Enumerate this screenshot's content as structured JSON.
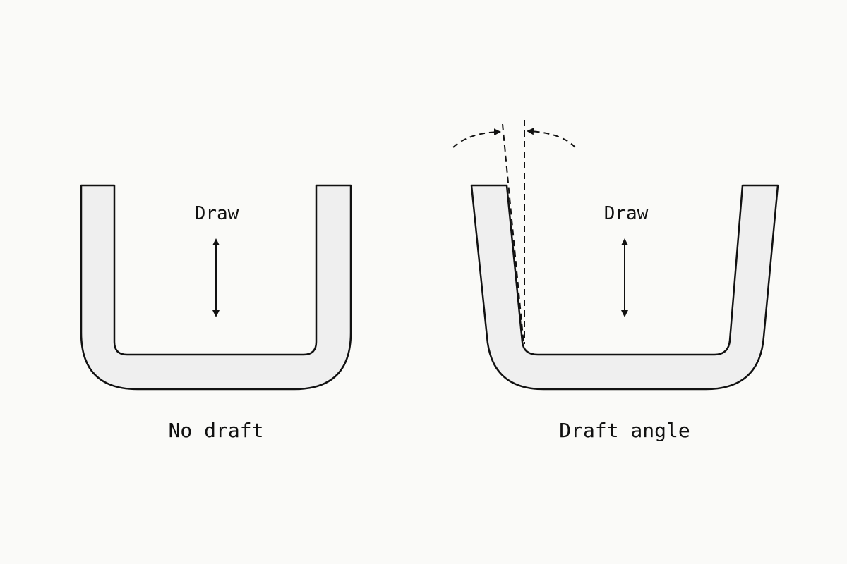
{
  "left_panel": {
    "draw_label": "Draw",
    "caption": "No draft"
  },
  "right_panel": {
    "draw_label": "Draw",
    "caption": "Draft angle"
  },
  "colors": {
    "stroke": "#111111",
    "fill": "#efefef",
    "background": "#fafaf8"
  }
}
